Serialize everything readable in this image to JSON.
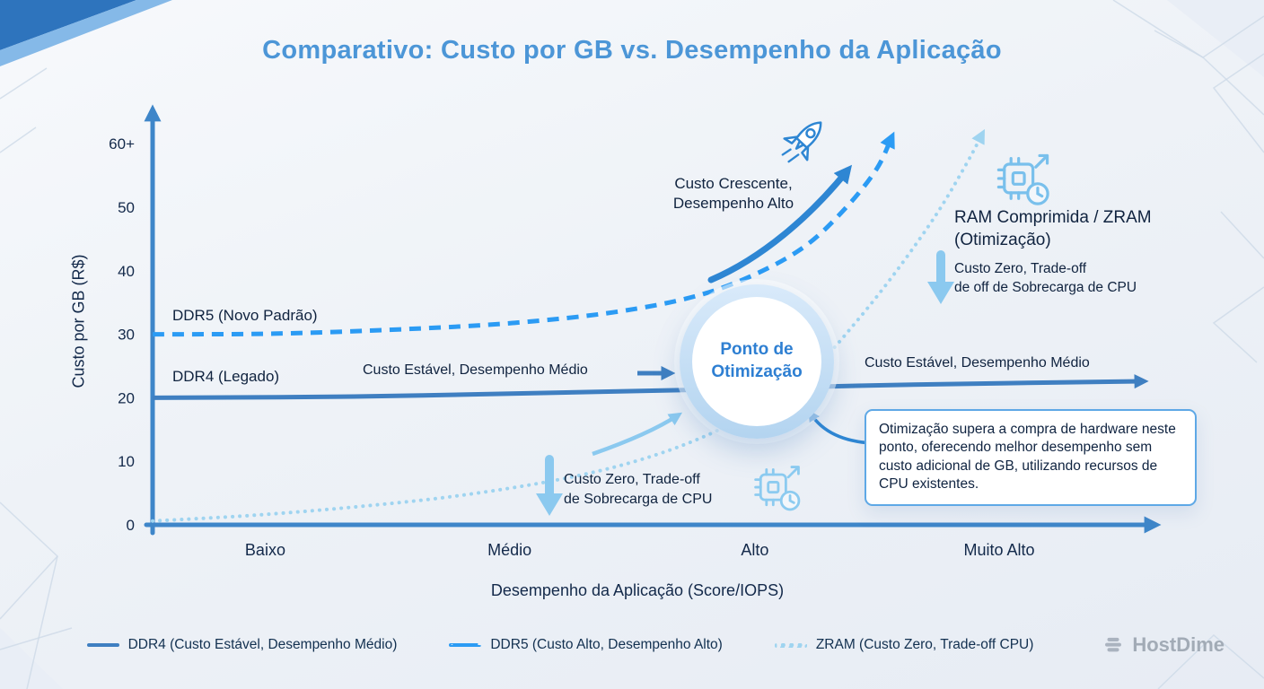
{
  "page": {
    "title": "Comparativo: Custo por GB vs. Desempenho da Aplicação"
  },
  "axes": {
    "y_label": "Custo por GB (R$)",
    "x_label": "Desempenho da Aplicação (Score/IOPS)",
    "y_ticks": [
      "0",
      "10",
      "20",
      "30",
      "40",
      "50",
      "60+"
    ],
    "x_ticks": [
      "Baixo",
      "Médio",
      "Alto",
      "Muito Alto"
    ]
  },
  "chart_data": {
    "type": "line",
    "title": "Comparativo: Custo por GB vs. Desempenho da Aplicação",
    "xlabel": "Desempenho da Aplicação (Score/IOPS)",
    "ylabel": "Custo por GB (R$)",
    "x_categories": [
      "Baixo",
      "Médio",
      "Alto",
      "Muito Alto"
    ],
    "x_tick_fractions": [
      0.112,
      0.355,
      0.599,
      0.842
    ],
    "ylim": [
      0,
      67
    ],
    "y_ticks": [
      0,
      10,
      20,
      30,
      40,
      50,
      60
    ],
    "grid": false,
    "legend_position": "bottom",
    "series": [
      {
        "id": "ddr4",
        "name": "DDR4 (Legado)",
        "style": "solid",
        "color": "#3f7fc1",
        "points": [
          [
            0,
            20
          ],
          [
            0.2,
            20.2
          ],
          [
            0.4,
            20.8
          ],
          [
            0.55,
            21.3
          ],
          [
            0.7,
            21.9
          ],
          [
            0.85,
            22.3
          ],
          [
            0.985,
            22.6
          ]
        ]
      },
      {
        "id": "ddr5",
        "name": "DDR5 (Novo Padrão)",
        "style": "dashed",
        "color": "#2b9bf4",
        "points": [
          [
            0,
            30
          ],
          [
            0.12,
            30.1
          ],
          [
            0.25,
            30.8
          ],
          [
            0.36,
            31.8
          ],
          [
            0.46,
            33.5
          ],
          [
            0.54,
            36
          ],
          [
            0.6,
            39.5
          ],
          [
            0.65,
            44
          ],
          [
            0.69,
            50
          ],
          [
            0.72,
            56
          ],
          [
            0.735,
            61
          ]
        ]
      },
      {
        "id": "zram",
        "name": "ZRAM",
        "style": "dotted",
        "color": "#9fd4f0",
        "points": [
          [
            0,
            0.6
          ],
          [
            0.1,
            1.5
          ],
          [
            0.2,
            2.8
          ],
          [
            0.3,
            4.5
          ],
          [
            0.4,
            7
          ],
          [
            0.48,
            10
          ],
          [
            0.55,
            14
          ],
          [
            0.61,
            19
          ],
          [
            0.66,
            25
          ],
          [
            0.7,
            32
          ],
          [
            0.74,
            40
          ],
          [
            0.78,
            49
          ],
          [
            0.81,
            57
          ],
          [
            0.825,
            61.5
          ]
        ]
      }
    ],
    "optimization_point": {
      "x_fraction": 0.6,
      "y": 25.5,
      "label": "Ponto de\nOtimização"
    }
  },
  "annotations": {
    "ddr5_label": "DDR5 (Novo Padrão)",
    "ddr4_label": "DDR4 (Legado)",
    "stable_mid": "Custo Estável, Desempenho Médio",
    "stable_right": "Custo Estável, Desempenho Médio",
    "crescente": "Custo Crescente,\nDesempenho Alto",
    "zram_title": "RAM Comprimida / ZRAM\n(Otimização)",
    "zram_tradeoff_right": "Custo Zero, Trade-off\nde off de Sobrecarga de CPU",
    "zram_tradeoff_bottom": "Custo Zero, Trade-off\nde Sobrecarga de CPU",
    "callout": "Otimização supera a compra de hardware neste ponto, oferecendo melhor desempenho sem custo adicional de GB, utilizando recursos de CPU existentes."
  },
  "legend": {
    "items": [
      {
        "label": "DDR4 (Custo Estável, Desempenho Médio)",
        "style": "solid"
      },
      {
        "label": "DDR5 (Custo Alto, Desempenho Alto)",
        "style": "dashed"
      },
      {
        "label": "ZRAM (Custo Zero, Trade-off CPU)",
        "style": "dotted"
      }
    ]
  },
  "branding": {
    "logo_text": "HostDime"
  },
  "colors": {
    "title_blue": "#4c96d7",
    "ddr4": "#3f7fc1",
    "ddr5": "#2b9bf4",
    "zram": "#9fd4f0",
    "axis": "#3e86c9",
    "dark_text": "#10233f",
    "callout_border": "#5ea8e6"
  },
  "icons": {
    "rocket": "rocket-icon",
    "cpu_clock": "cpu-clock-icon",
    "logo_mark": "hostdime-stack-icon"
  }
}
